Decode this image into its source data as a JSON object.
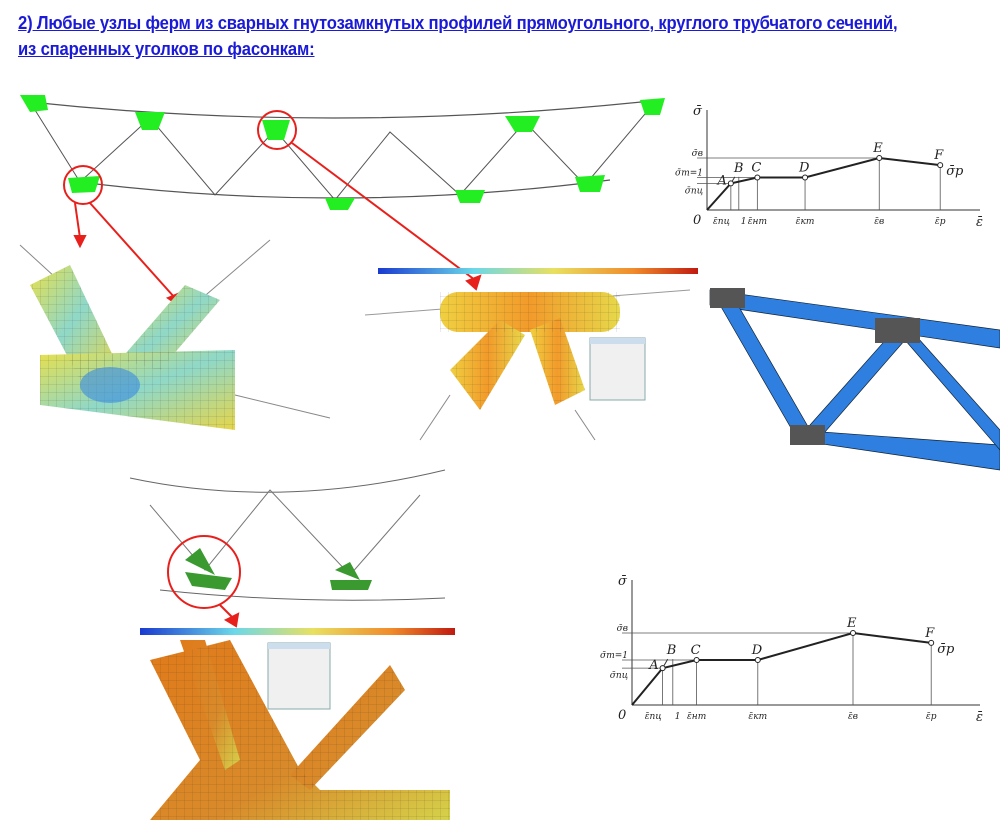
{
  "title": {
    "line1": "2) Любые узлы ферм из сварных гнутозамкнутых профилей прямоугольного, круглого  трубчатого сечений,",
    "line2": "из спаренных уголков по фасонкам:"
  },
  "colors": {
    "title": "#1a1ad8",
    "callout": "#e8201c",
    "node": "#22ee22",
    "member_blue": "#2f7fe0"
  },
  "chart_data": [
    {
      "type": "line",
      "title": "",
      "xlabel": "ε̄",
      "ylabel": "σ̄",
      "xlim": [
        0,
        10
      ],
      "ylim": [
        0,
        2
      ],
      "points": [
        {
          "label": "0",
          "x": 0,
          "y": 0
        },
        {
          "label": "A",
          "x": 0.9,
          "y": 0.82
        },
        {
          "label": "C",
          "x": 1.9,
          "y": 1
        },
        {
          "label": "D",
          "x": 3.7,
          "y": 1
        },
        {
          "label": "E",
          "x": 6.5,
          "y": 1.6
        },
        {
          "label": "F",
          "x": 8.8,
          "y": 1.38
        }
      ],
      "point_B": {
        "label": "B",
        "x": 1.05,
        "y": 1.02
      },
      "yticks": [
        {
          "label": "σ̄в",
          "y": 1.6
        },
        {
          "label": "σ̄т=1",
          "y": 1
        },
        {
          "label": "σ̄пц",
          "y": 0.82
        }
      ],
      "xticks": [
        {
          "label": "ε̄пц",
          "x": 0.9
        },
        {
          "label": "1",
          "x": 1.2
        },
        {
          "label": "ε̄нт",
          "x": 1.9
        },
        {
          "label": "ε̄кт",
          "x": 3.7
        },
        {
          "label": "ε̄в",
          "x": 6.5
        },
        {
          "label": "ε̄р",
          "x": 8.8
        }
      ],
      "end_label": "σ̄р",
      "origin_label": "0"
    }
  ]
}
